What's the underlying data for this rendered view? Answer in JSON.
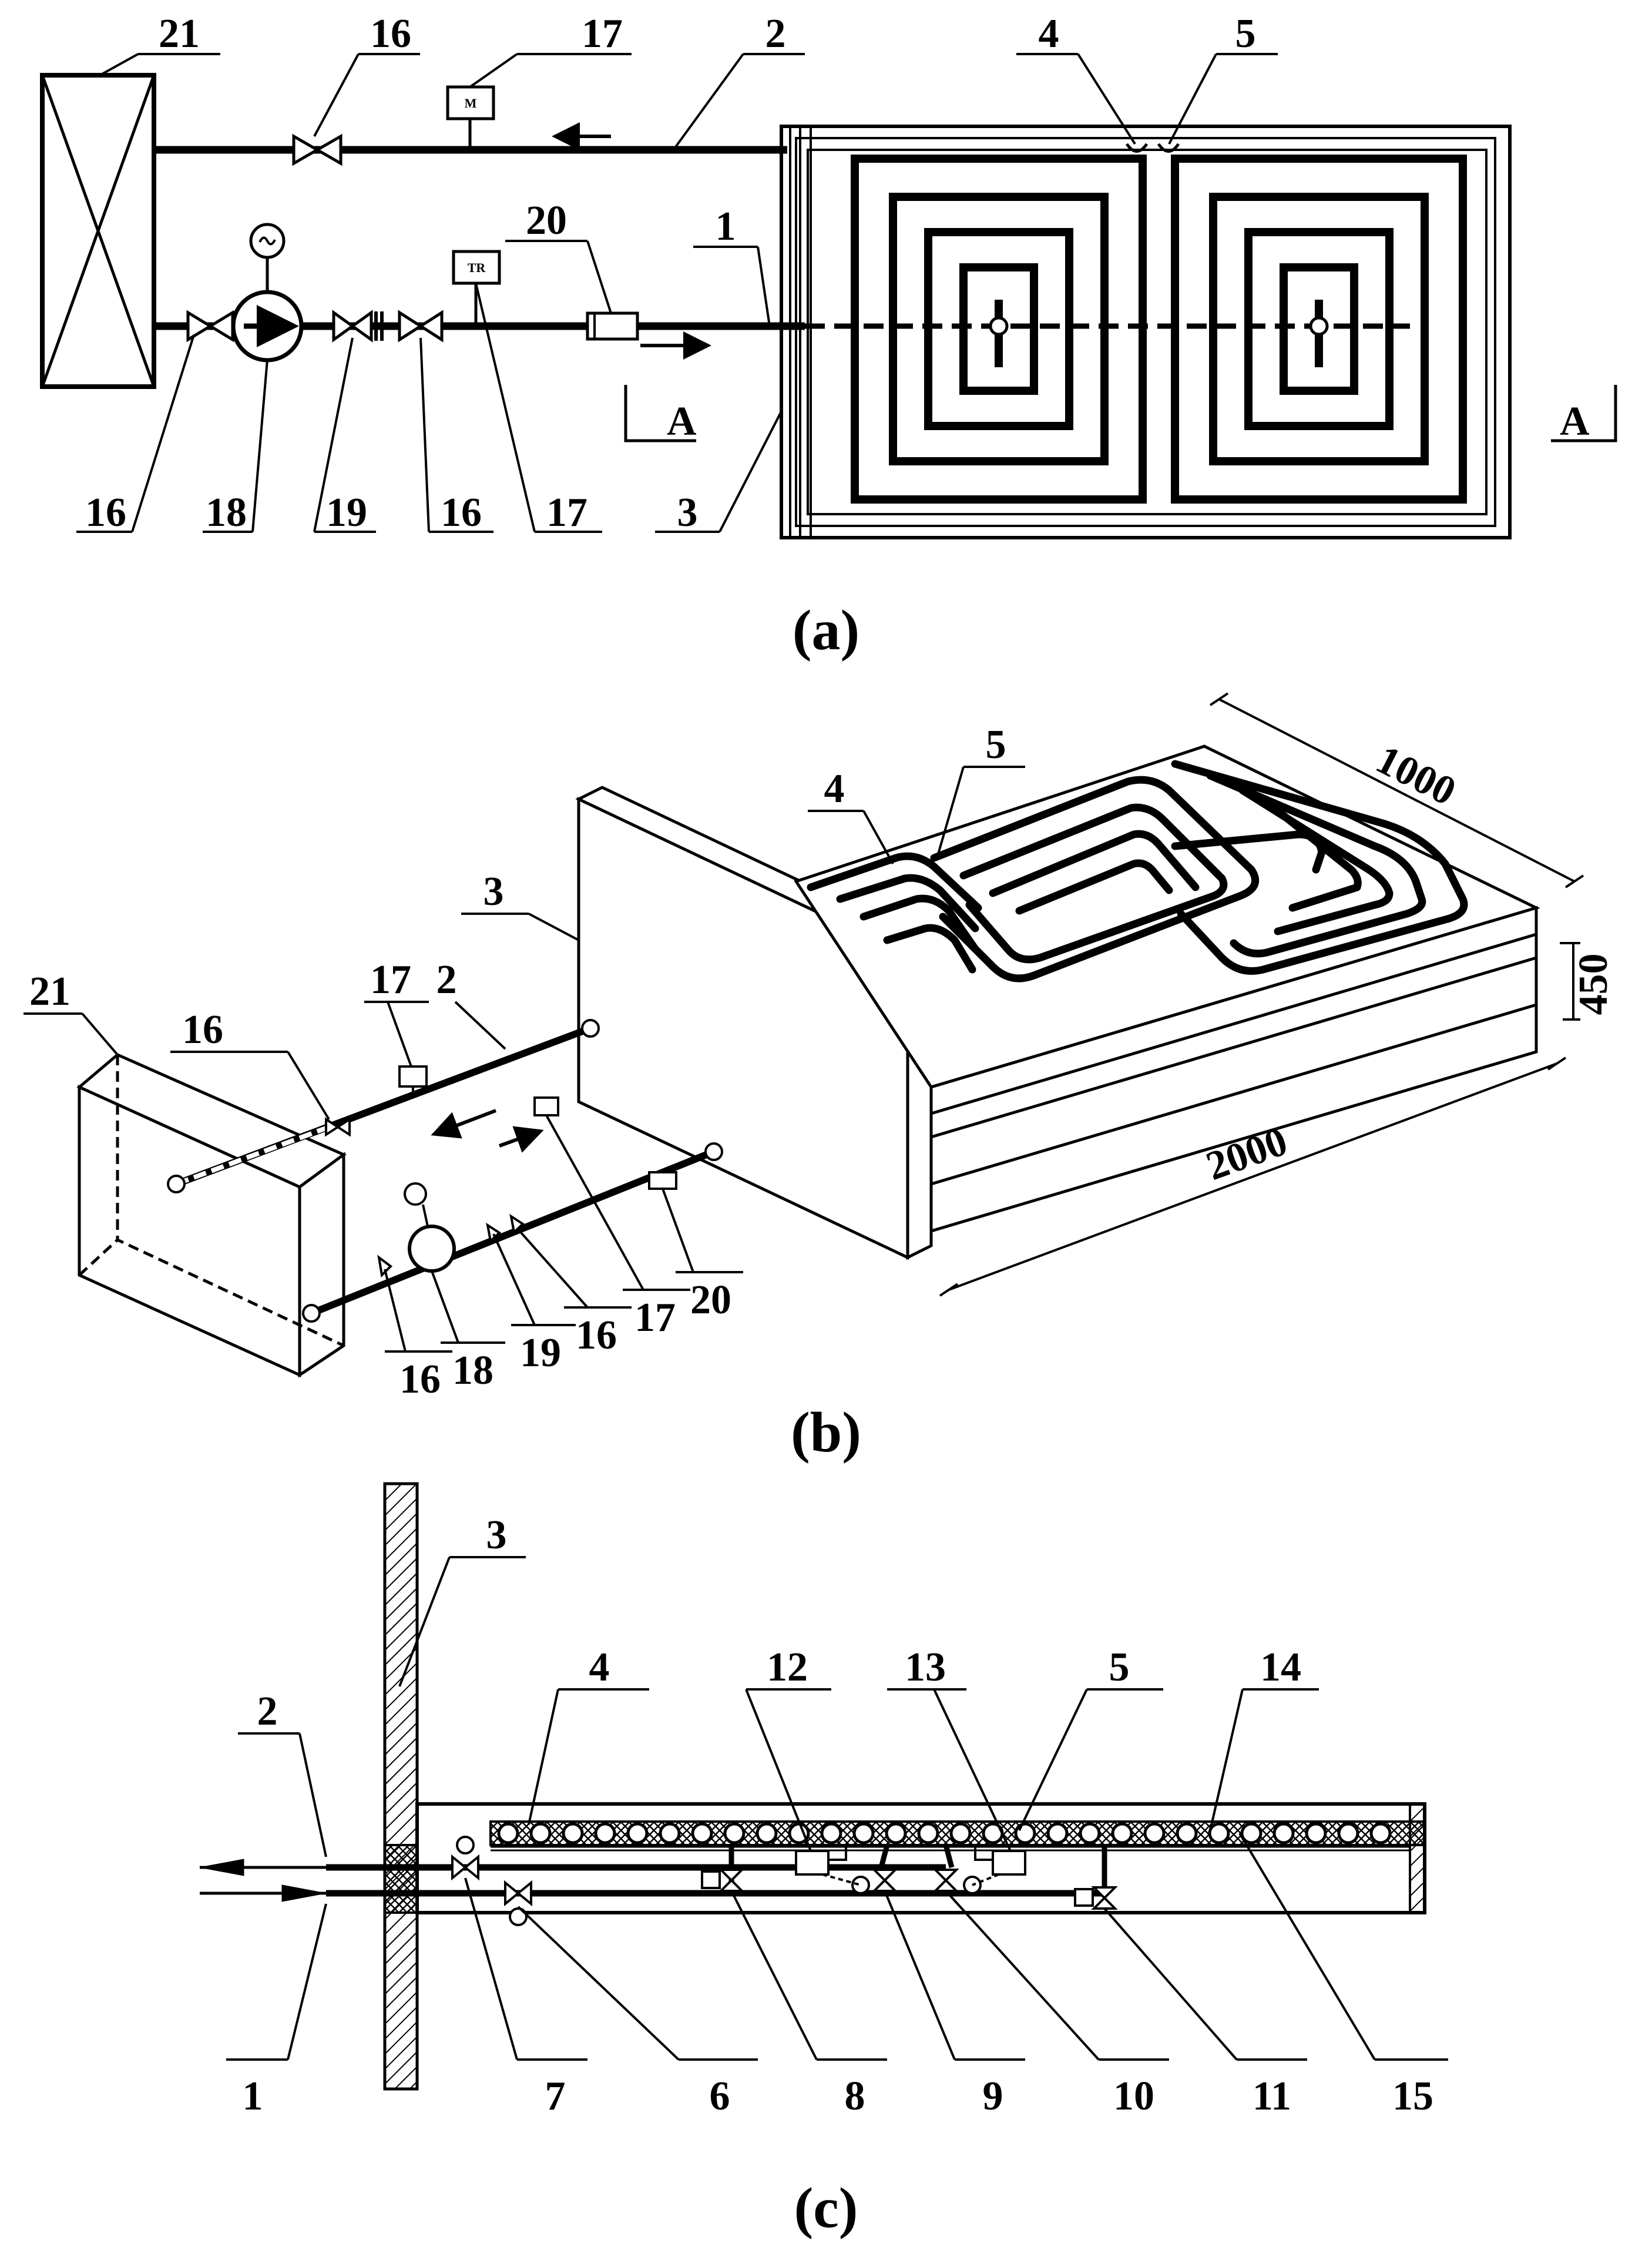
{
  "panels": {
    "a": {
      "caption": "(a)",
      "section_marks": [
        "A",
        "A"
      ],
      "labels": {
        "l21": "21",
        "l16t": "16",
        "l17t": "17",
        "l2": "2",
        "l4": "4",
        "l5": "5",
        "l20": "20",
        "l1": "1",
        "l16a": "16",
        "l18": "18",
        "l19": "19",
        "l16b": "16",
        "l17b": "17",
        "l3": "3"
      }
    },
    "b": {
      "caption": "(b)",
      "labels": {
        "l5": "5",
        "l4": "4",
        "l3": "3",
        "l17": "17",
        "l2": "2",
        "l16": "16",
        "l21": "21",
        "b16": "16",
        "b18": "18",
        "b19": "19",
        "b16b": "16",
        "b17": "17",
        "b20": "20"
      },
      "dimensions": {
        "depth": "1000",
        "height": "450",
        "length": "2000"
      }
    },
    "c": {
      "caption": "(c)",
      "labels": {
        "l3": "3",
        "l2": "2",
        "l4": "4",
        "l12": "12",
        "l13": "13",
        "l5": "5",
        "l14": "14",
        "l1": "1",
        "l7": "7",
        "l6": "6",
        "l8": "8",
        "l9": "9",
        "l10": "10",
        "l11": "11",
        "l15": "15"
      }
    }
  },
  "gauge_text": {
    "pressure": "M",
    "temperature": "TR"
  }
}
